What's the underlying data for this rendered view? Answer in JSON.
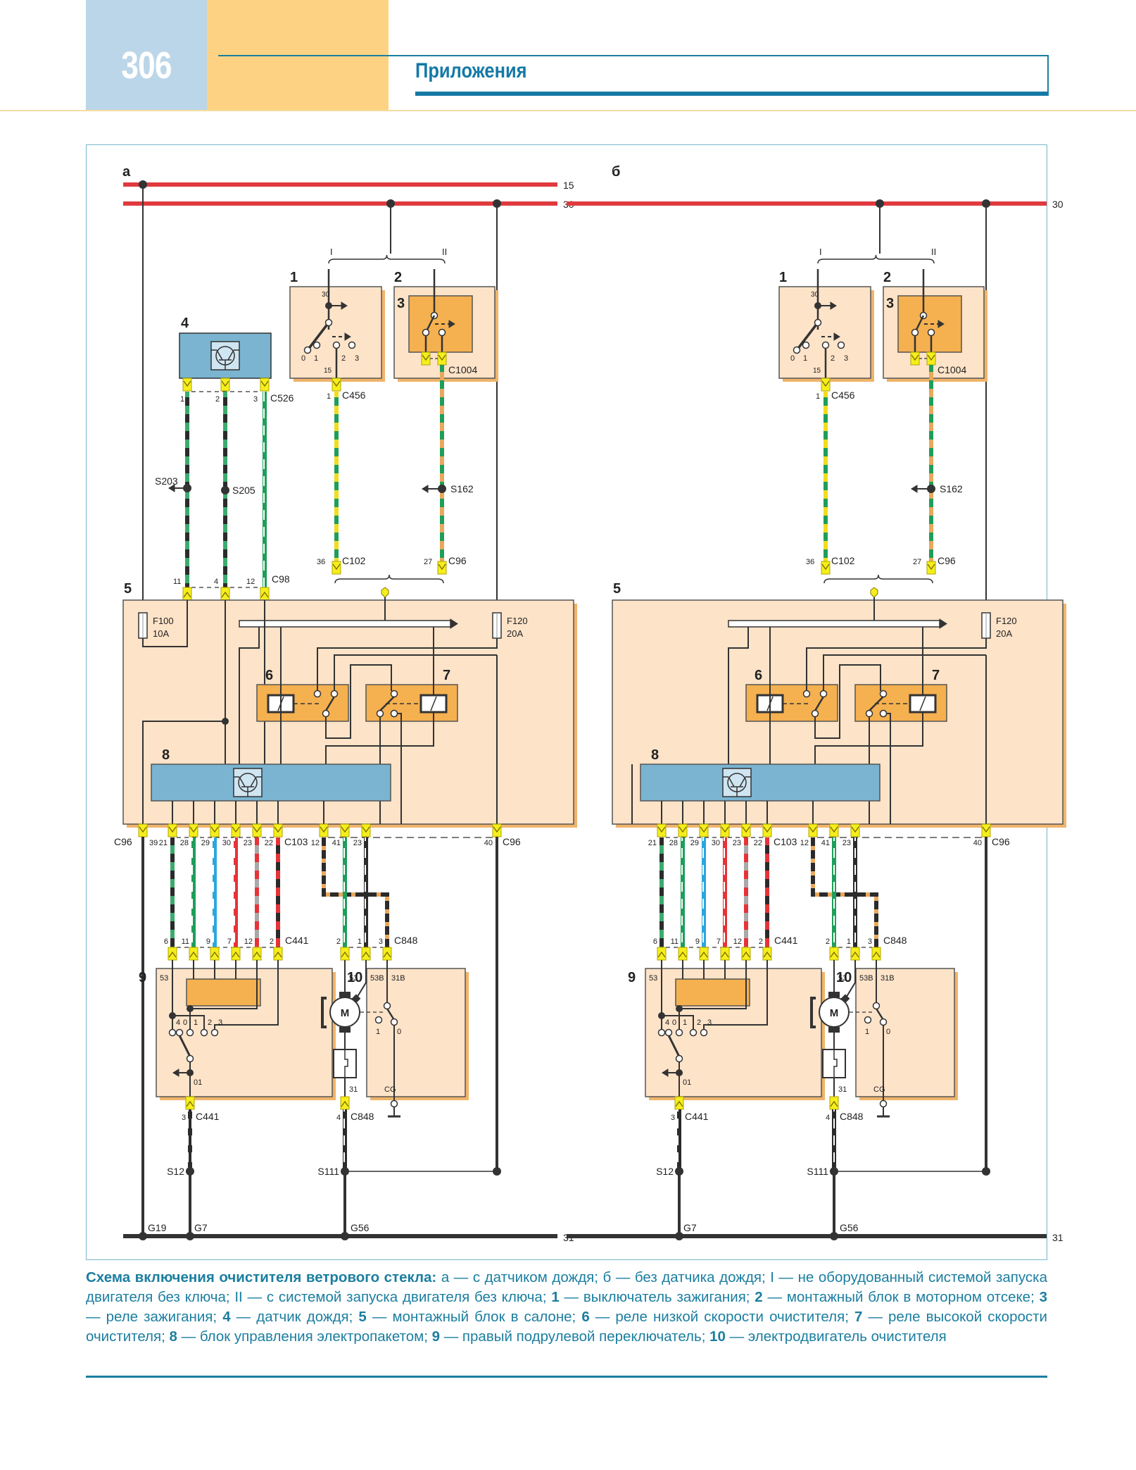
{
  "header": {
    "page_number": "306",
    "section_title": "Приложения"
  },
  "colors": {
    "header_blue": "#bcd6e9",
    "header_orange": "#fdd383",
    "accent": "#1579a6",
    "bus_red": "#e03a3e",
    "block_fill": "#fde3c8",
    "relay_fill": "#f5b04f",
    "module_fill": "#7ab4d0",
    "connector_yellow": "#f4ee1c"
  },
  "diagrams": [
    {
      "id": "a",
      "label": "а",
      "buses": {
        "b15": "15",
        "b30": "30",
        "ground": "31"
      },
      "variants": {
        "i": "I",
        "ii": "II"
      },
      "components": {
        "c1": "1",
        "c2": "2",
        "c3": "3",
        "c4": "4",
        "c5": "5",
        "c6": "6",
        "c7": "7",
        "c8": "8",
        "c9": "9",
        "c10": "10"
      },
      "switch1": {
        "top_pin": "30",
        "bottom_pin": "15",
        "positions": [
          "0",
          "1",
          "2",
          "3"
        ]
      },
      "sensor_connector": {
        "name": "C526",
        "pins": [
          "1",
          "2",
          "3"
        ]
      },
      "c456": {
        "name": "C456",
        "pin": "1"
      },
      "c1004": {
        "name": "C1004"
      },
      "splices_upper": {
        "s203": "S203",
        "s205": "S205",
        "s162": "S162"
      },
      "c102": {
        "name": "C102",
        "pin": "36"
      },
      "c96_top": {
        "name": "C96",
        "pin": "27"
      },
      "c98": {
        "name": "C98",
        "pins": [
          "11",
          "4",
          "12"
        ]
      },
      "fuses": [
        {
          "name": "F100",
          "rating": "10A"
        },
        {
          "name": "F120",
          "rating": "20A"
        }
      ],
      "c96_left": {
        "name": "C96",
        "pin": "39"
      },
      "c103": {
        "name": "C103",
        "pins": [
          "21",
          "28",
          "29",
          "30",
          "23",
          "22"
        ]
      },
      "c96_right": {
        "name": "C96",
        "pins": [
          "12",
          "41",
          "23",
          "40"
        ]
      },
      "c441": {
        "name": "C441",
        "pins": [
          "6",
          "11",
          "9",
          "7",
          "12",
          "2"
        ]
      },
      "c848": {
        "name": "C848",
        "pins": [
          "2",
          "1",
          "3"
        ]
      },
      "switch9": {
        "pin_top": "53",
        "positions": [
          "4",
          "0",
          "1",
          "2",
          "3"
        ],
        "pin_bottom": "01"
      },
      "motor10": {
        "pins": [
          "53",
          "53B",
          "31B"
        ],
        "motor_label": "M",
        "park_positions": [
          "1",
          "0"
        ],
        "pin_31": "31",
        "pin_cg": "CG"
      },
      "c441_bottom": {
        "name": "C441",
        "pin": "3"
      },
      "c848_bottom": {
        "name": "C848",
        "pin": "4"
      },
      "splices_lower": {
        "s12": "S12",
        "s111": "S111"
      },
      "grounds": [
        "G19",
        "G7",
        "G56"
      ]
    },
    {
      "id": "b",
      "label": "б",
      "buses": {
        "b30": "30",
        "ground": "31"
      },
      "variants": {
        "i": "I",
        "ii": "II"
      },
      "components": {
        "c1": "1",
        "c2": "2",
        "c3": "3",
        "c5": "5",
        "c6": "6",
        "c7": "7",
        "c8": "8",
        "c9": "9",
        "c10": "10"
      },
      "switch1": {
        "top_pin": "30",
        "bottom_pin": "15",
        "positions": [
          "0",
          "1",
          "2",
          "3"
        ]
      },
      "c456": {
        "name": "C456",
        "pin": "1"
      },
      "c1004": {
        "name": "C1004"
      },
      "splices_upper": {
        "s162": "S162"
      },
      "c102": {
        "name": "C102",
        "pin": "36"
      },
      "c96_top": {
        "name": "C96",
        "pin": "27"
      },
      "fuses": [
        {
          "name": "F120",
          "rating": "20A"
        }
      ],
      "c103": {
        "name": "C103",
        "pins": [
          "21",
          "28",
          "29",
          "30",
          "23",
          "22"
        ]
      },
      "c96_right": {
        "name": "C96",
        "pins": [
          "12",
          "41",
          "23",
          "40"
        ]
      },
      "c441": {
        "name": "C441",
        "pins": [
          "6",
          "11",
          "9",
          "7",
          "12",
          "2"
        ]
      },
      "c848": {
        "name": "C848",
        "pins": [
          "2",
          "1",
          "3"
        ]
      },
      "switch9": {
        "pin_top": "53",
        "positions": [
          "4",
          "0",
          "1",
          "2",
          "3"
        ],
        "pin_bottom": "01"
      },
      "motor10": {
        "pins": [
          "53",
          "53B",
          "31B"
        ],
        "motor_label": "M",
        "park_positions": [
          "1",
          "0"
        ],
        "pin_31": "31",
        "pin_cg": "CG"
      },
      "c441_bottom": {
        "name": "C441",
        "pin": "3"
      },
      "c848_bottom": {
        "name": "C848",
        "pin": "4"
      },
      "splices_lower": {
        "s12": "S12",
        "s111": "S111"
      },
      "grounds": [
        "G7",
        "G56"
      ]
    }
  ],
  "caption": {
    "title": "Схема включения очистителя ветрового стекла:",
    "items": [
      {
        "key": "",
        "text": " а — с датчиком дождя; б — без датчика дождя; I — не оборудованный системой запуска двигателя без ключа; II — с системой запуска двигателя без ключа; "
      },
      {
        "key": "1",
        "text": " — выключатель зажигания; "
      },
      {
        "key": "2",
        "text": " — монтажный блок в моторном отсеке; "
      },
      {
        "key": "3",
        "text": " — реле зажигания; "
      },
      {
        "key": "4",
        "text": " — датчик дождя; "
      },
      {
        "key": "5",
        "text": " — монтажный блок в салоне; "
      },
      {
        "key": "6",
        "text": " — реле низкой скорости очистителя; "
      },
      {
        "key": "7",
        "text": " — реле высокой скорости очистителя; "
      },
      {
        "key": "8",
        "text": " — блок управления электропакетом; "
      },
      {
        "key": "9",
        "text": " — правый подрулевой переключатель; "
      },
      {
        "key": "10",
        "text": " — электродвигатель очистителя"
      }
    ]
  }
}
